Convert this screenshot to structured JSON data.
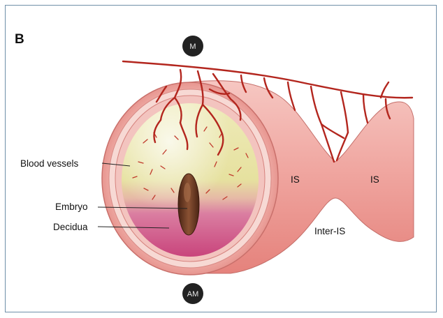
{
  "panel_letter": "B",
  "orientation": {
    "top": "M",
    "bottom": "AM"
  },
  "labels": {
    "blood_vessels": "Blood vessels",
    "embryo": "Embryo",
    "decidua": "Decidua",
    "implantation_site_1": "IS",
    "implantation_site_2": "IS",
    "inter_site": "Inter-IS"
  },
  "colors": {
    "frame_border": "#6f8fa8",
    "vessel_red": "#b3261e",
    "uterus_pink": "#ee9d98",
    "decidua_magenta": "#d4568a",
    "yolk_green": "#e9e6a8",
    "embryo_brown": "#6b3a22",
    "badge_dark": "#222222"
  }
}
